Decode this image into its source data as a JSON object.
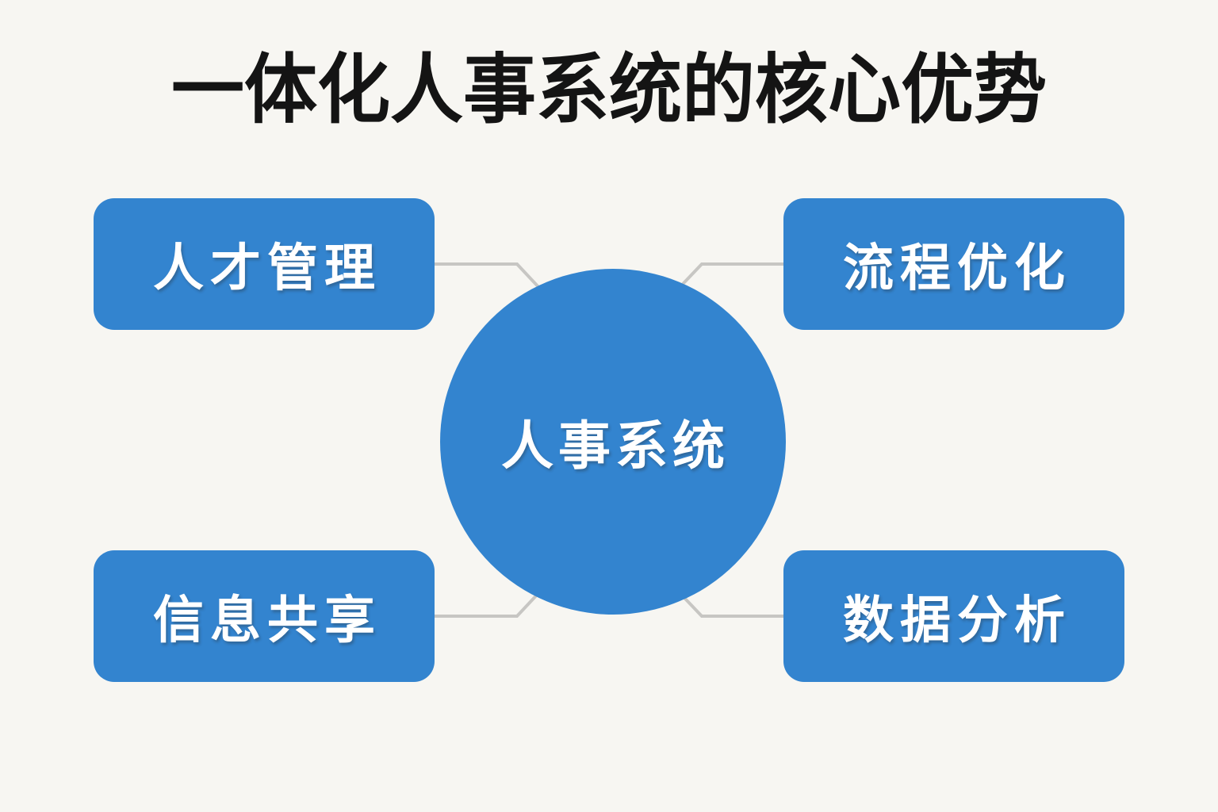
{
  "page": {
    "title": "一体化人事系统的核心优势"
  },
  "diagram": {
    "center_node": {
      "label": "人事系统"
    },
    "nodes": [
      {
        "position": "top-left",
        "label": "人才管理"
      },
      {
        "position": "top-right",
        "label": "流程优化"
      },
      {
        "position": "bottom-left",
        "label": "信息共享"
      },
      {
        "position": "bottom-right",
        "label": "数据分析"
      }
    ],
    "colors": {
      "node_fill": "#3384cf",
      "node_text": "#ffffff",
      "connector": "#c7c6c3",
      "title_text": "#141414",
      "background": "#f7f6f2"
    }
  }
}
